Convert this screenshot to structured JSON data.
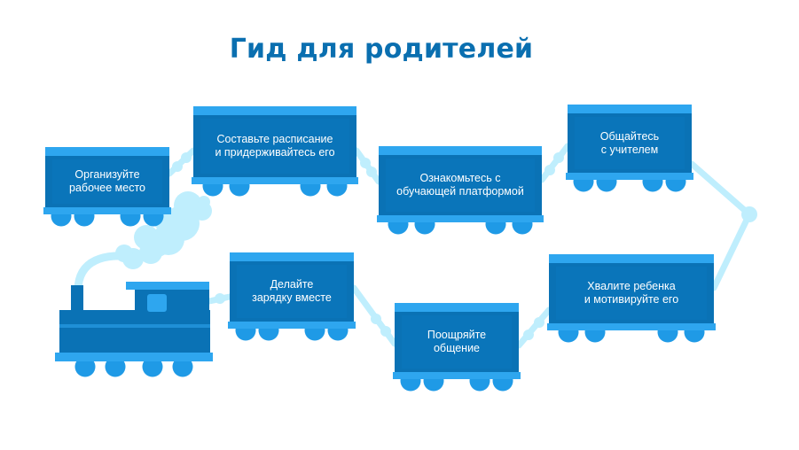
{
  "title": "Гид для родителей",
  "colors": {
    "title": "#0a6fb0",
    "wagon_body": "#0a72b5",
    "wagon_roof": "#2ea6ef",
    "wheel": "#1f9ae6",
    "coupling": "#bfeefd"
  },
  "wagons": [
    {
      "id": "organize",
      "label": "Организуйте\nрабочее место"
    },
    {
      "id": "schedule",
      "label": "Составьте расписание\nи придерживайтесь его"
    },
    {
      "id": "platform",
      "label": "Ознакомьтесь с\nобучающей платформой"
    },
    {
      "id": "teacher",
      "label": "Общайтесь\nс учителем"
    },
    {
      "id": "praise",
      "label": "Хвалите ребенка\nи мотивируйте его"
    },
    {
      "id": "encourage",
      "label": "Поощряйте\nобщение"
    },
    {
      "id": "exercise",
      "label": "Делайте\nзарядку вместе"
    }
  ],
  "locomotive": {
    "icon": "locomotive-icon"
  }
}
